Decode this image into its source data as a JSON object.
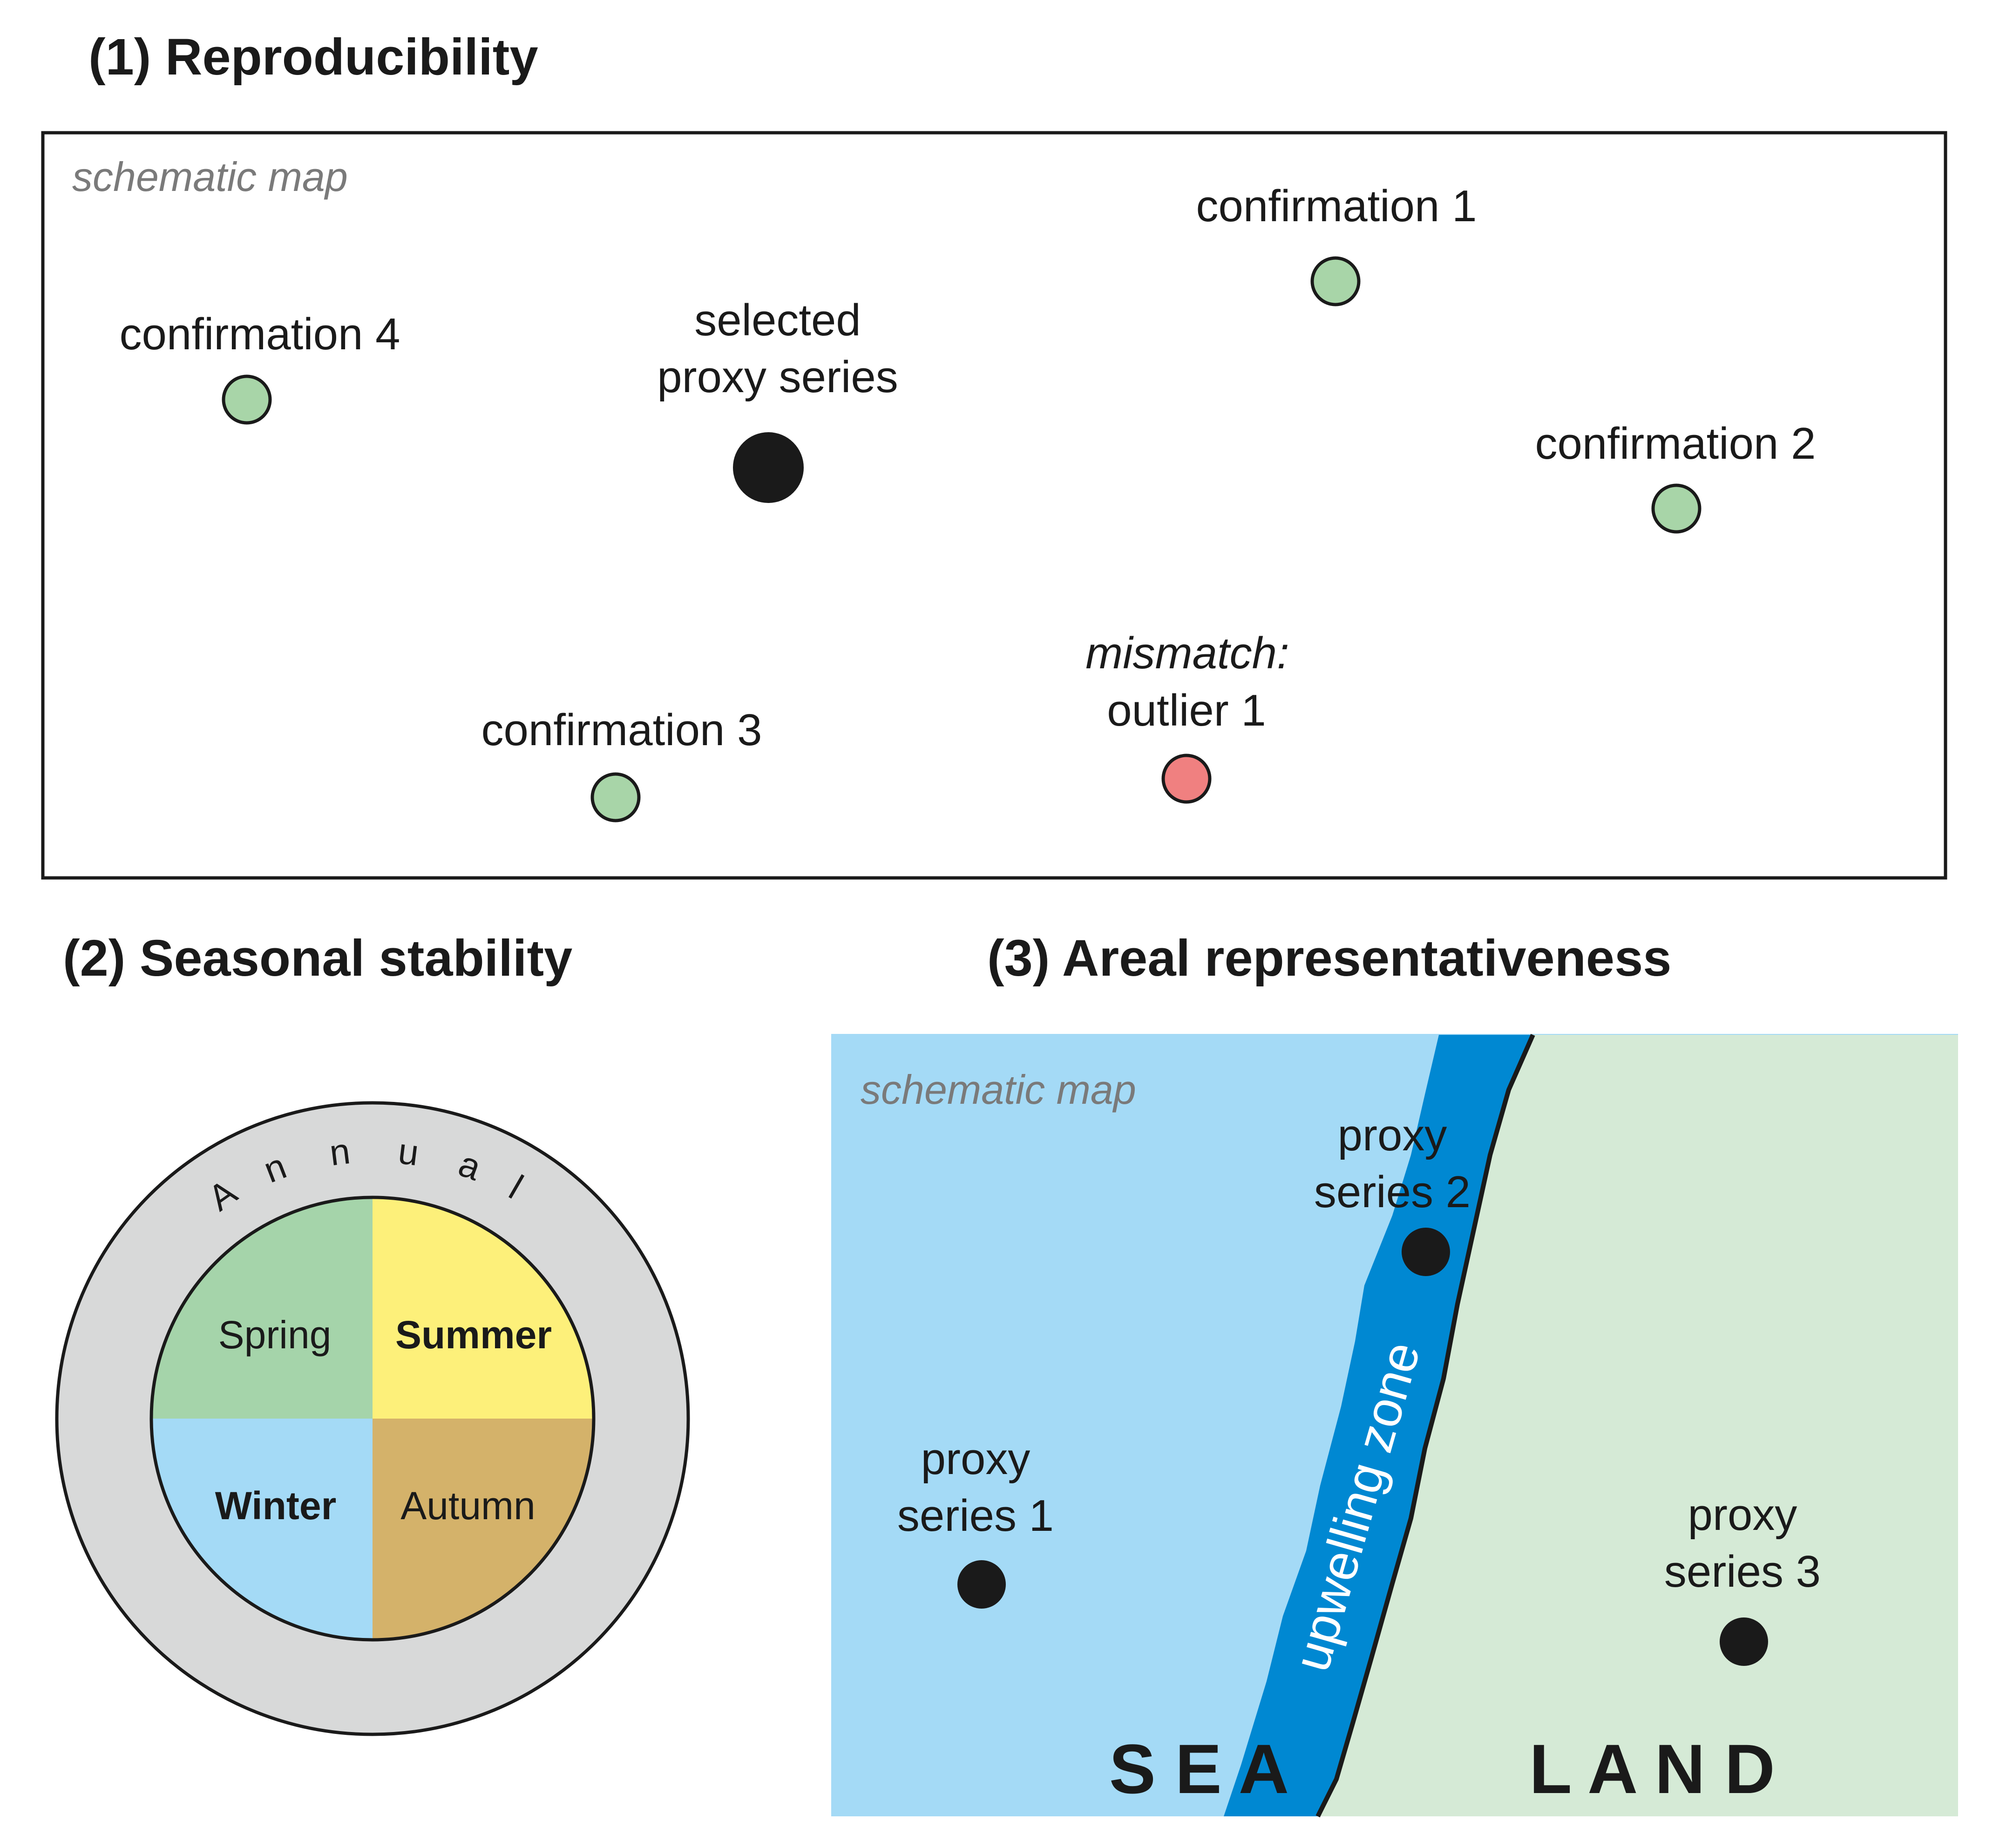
{
  "panel1": {
    "title": "(1) Reproducibility",
    "map_note": "schematic map",
    "confirmation_1": "confirmation 1",
    "confirmation_2": "confirmation 2",
    "confirmation_3": "confirmation 3",
    "confirmation_4": "confirmation 4",
    "selected_line1": "selected",
    "selected_line2": "proxy series",
    "mismatch_line1": "mismatch:",
    "mismatch_line2": "outlier 1"
  },
  "panel2": {
    "title": "(2) Seasonal stability",
    "annual": [
      "A",
      "n",
      "n",
      "u",
      "a",
      "l"
    ],
    "spring": "Spring",
    "summer": "Summer",
    "winter": "Winter",
    "autumn": "Autumn"
  },
  "panel3": {
    "title": "(3) Areal representativeness",
    "map_note": "schematic map",
    "proxy1_line1": "proxy",
    "proxy1_line2": "series 1",
    "proxy2_line1": "proxy",
    "proxy2_line2": "series 2",
    "proxy3_line1": "proxy",
    "proxy3_line2": "series 3",
    "upwelling": "upwelling zone",
    "sea": "S E A",
    "land": "L A N D"
  },
  "colors": {
    "confirmation": "#a8d5a8",
    "outlier": "#f08080",
    "selected": "#1a1a1a",
    "spring": "#a5d4aa",
    "summer": "#fdf07a",
    "winter": "#a4daf6",
    "autumn": "#d4b26a",
    "annual_ring": "#d8d9d9",
    "sea": "#a4daf6",
    "land": "#d5ead6",
    "upwelling": "#0088d2"
  }
}
